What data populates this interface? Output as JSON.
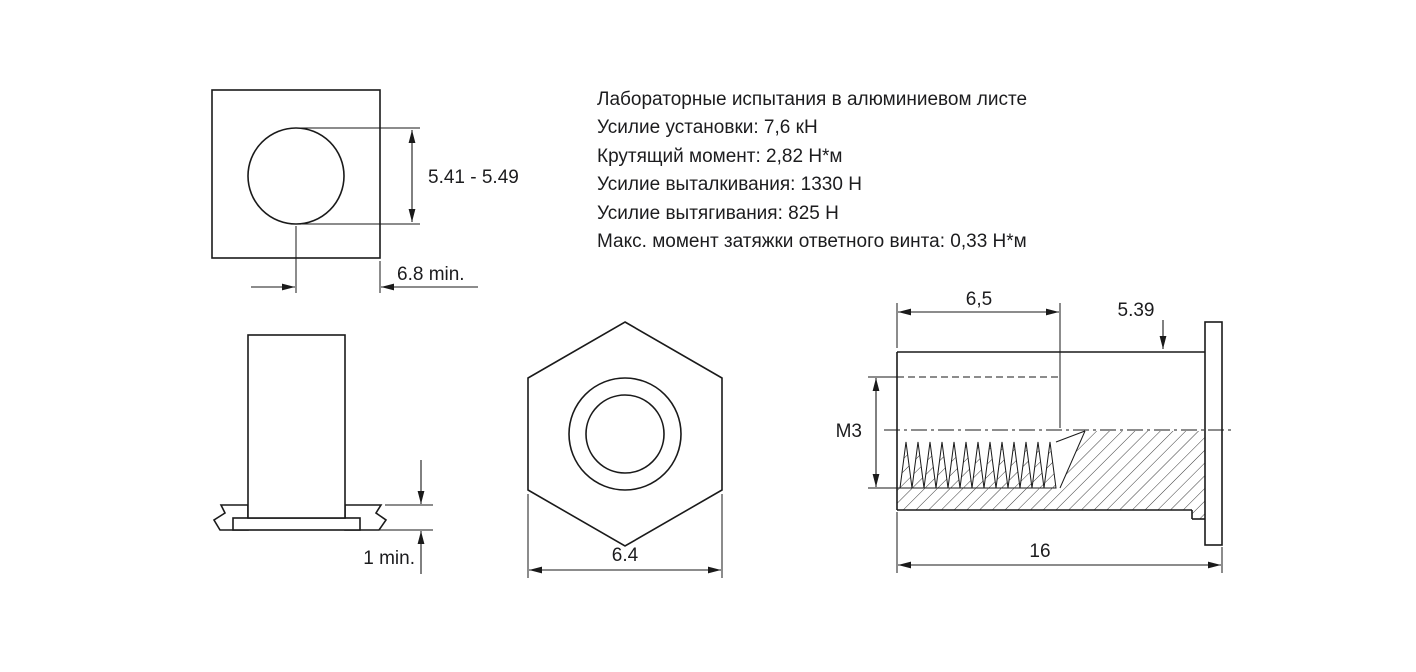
{
  "lab_report": {
    "title": "Лабораторные испытания в алюминиевом листе",
    "lines": [
      "Усилие установки: 7,6 кН",
      "Крутящий момент: 2,82 Н*м",
      "Усилие выталкивания: 1330 Н",
      "Усилие вытягивания: 825 Н",
      "Макс. момент затяжки ответного винта: 0,33 Н*м"
    ]
  },
  "dimensions": {
    "hole_diameter_range": "5.41 - 5.49",
    "min_edge_distance": "6.8 min.",
    "min_sheet_thickness": "1 min.",
    "hex_across_flats": "6.4",
    "thread_length": "6,5",
    "shank_diameter": "5.39",
    "thread_size": "M3",
    "overall_length": "16"
  },
  "colors": {
    "sheet_fill": "#d3d3d3",
    "line": "#1a1a1a",
    "background": "#ffffff"
  }
}
